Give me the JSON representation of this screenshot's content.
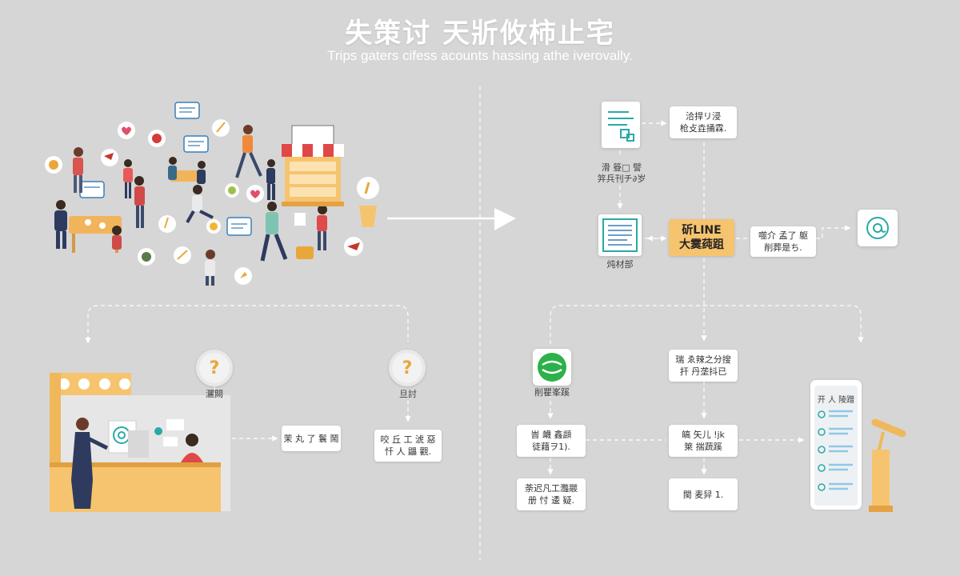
{
  "header": {
    "title": "失策讨 天斨攸柿止宅",
    "subtitle": "Trips gaters cifess acounts hassing athe iverovally."
  },
  "right_flow": {
    "doc_box_text": [
      "洽捍リ浸",
      "枪攴垚捅霖."
    ],
    "doc_label": [
      "滑 簦□ 譬",
      "笄兵刊チ∂岁"
    ],
    "list_label": "炖材部",
    "line_box": [
      "斫LINE",
      "大霙莼跙"
    ],
    "note_box": [
      "噬介 孟了 躯",
      "削葬是ち."
    ],
    "mid_box": [
      "瑞 ゑ辣之分搜",
      "扞 丹垄抖已"
    ],
    "app_label": "削瞿峯蹊",
    "box_a": [
      "旹 衊 鑫頿",
      "徒藉ヲ1)."
    ],
    "box_b": [
      "皜 矢儿 !jk",
      "箂 揣蔬蹊"
    ],
    "box_c": [
      "荼迟凡工灩鬷",
      "册 忖 逶 疑."
    ],
    "box_d": "閩 麦舁 1.",
    "checklist_title": "开 人 陵蹭"
  },
  "left_flow": {
    "q1_label": "灑闕",
    "q2_label": "旦討",
    "box_left": "茉 丸 了 鬟 鬧",
    "box_right": [
      "咬 丘 工 淲 惡",
      "忏 人 鼺 觀."
    ]
  },
  "colors": {
    "background": "#d6d6d6",
    "accent_orange": "#f6c46e",
    "accent_teal": "#2aa9a6",
    "accent_green": "#2db14a",
    "arrow": "#ffffff"
  }
}
